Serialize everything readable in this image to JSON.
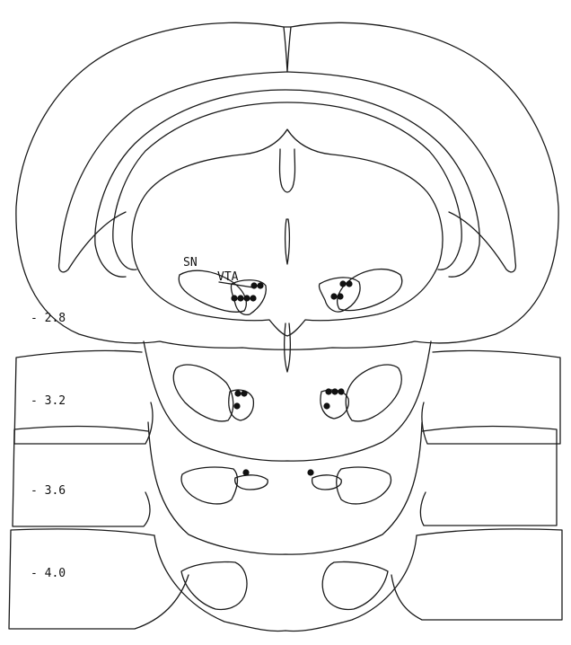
{
  "figure": {
    "section_labels": [
      {
        "id": "s1",
        "text": "- 2.8"
      },
      {
        "id": "s2",
        "text": "- 3.2"
      },
      {
        "id": "s3",
        "text": "- 3.6"
      },
      {
        "id": "s4",
        "text": "- 4.0"
      }
    ],
    "region_labels": {
      "sn": "SN",
      "vta": "VTA"
    },
    "colors": {
      "line": "#1a1a1a",
      "marker": "#111111",
      "background": "#ffffff"
    }
  }
}
